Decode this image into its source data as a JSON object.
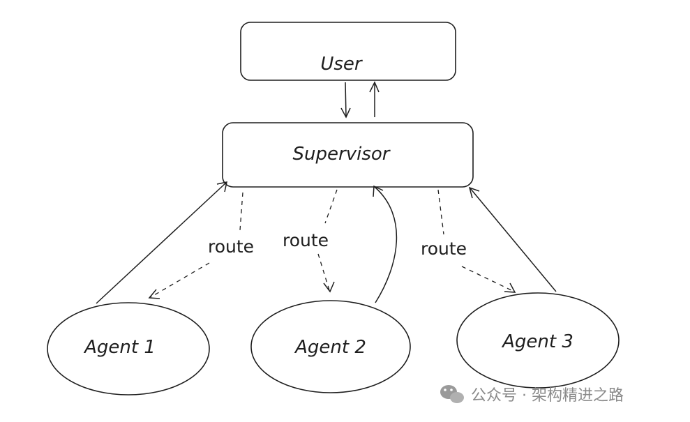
{
  "nodes": {
    "user": "User",
    "supervisor": "Supervisor",
    "agent1": "Agent 1",
    "agent2": "Agent 2",
    "agent3": "Agent 3"
  },
  "edge_labels": {
    "route1": "route",
    "route2": "route",
    "route3": "route"
  },
  "watermark": {
    "text": "公众号 · 架构精进之路",
    "icon": "wechat-icon"
  },
  "colors": {
    "stroke": "#1e1e1e",
    "watermark": "#8a8a8a"
  }
}
